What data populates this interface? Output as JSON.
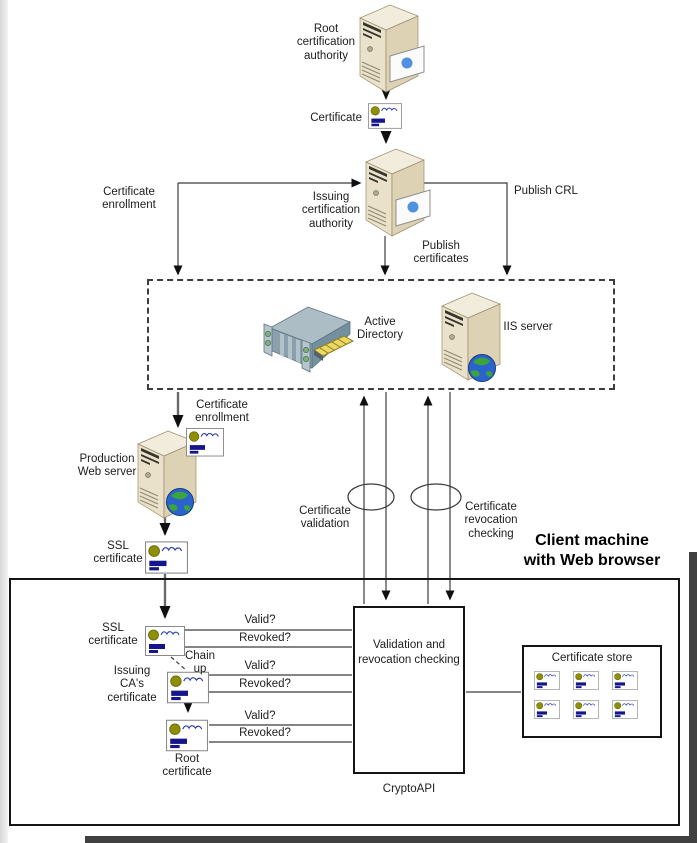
{
  "diagram": {
    "nodes": {
      "root_ca": {
        "label": "Root certification authority"
      },
      "certificate_top": {
        "label": "Certificate"
      },
      "issuing_ca": {
        "label": "Issuing certification authority"
      },
      "active_directory": {
        "label": "Active Directory"
      },
      "iis_server": {
        "label": "IIS server"
      },
      "production_web_server": {
        "label": "Production Web server"
      },
      "ssl_certificate_outer": {
        "label": "SSL certificate"
      },
      "client_machine": {
        "label": "Client machine with Web browser"
      },
      "ssl_certificate_inner": {
        "label": "SSL certificate"
      },
      "issuing_ca_certificate": {
        "label": "Issuing CA's certificate"
      },
      "root_certificate": {
        "label": "Root certificate"
      },
      "validation": {
        "label": "Validation and revocation checking",
        "caption": "CryptoAPI"
      },
      "certificate_store": {
        "label": "Certificate store",
        "certificate_count": 6
      }
    },
    "edges": {
      "certificate_enrollment_top": {
        "label": "Certificate enrollment"
      },
      "publish_crl": {
        "label": "Publish CRL"
      },
      "publish_certificates": {
        "label": "Publish certificates"
      },
      "certificate_enrollment_bottom": {
        "label": "Certificate enrollment"
      },
      "certificate_validation": {
        "label": "Certificate validation"
      },
      "certificate_revocation_checking": {
        "label": "Certificate revocation checking"
      },
      "chain_up": {
        "label": "Chain up"
      },
      "ssl_valid": {
        "label": "Valid?"
      },
      "ssl_revoked": {
        "label": "Revoked?"
      },
      "issuing_valid": {
        "label": "Valid?"
      },
      "issuing_revoked": {
        "label": "Revoked?"
      },
      "root_valid": {
        "label": "Valid?"
      },
      "root_revoked": {
        "label": "Revoked?"
      }
    },
    "colors": {
      "server_front": "#e9e1ca",
      "server_side": "#ddd3b4",
      "server_top": "#f2ecdc",
      "rack_server": "#8aa0ad",
      "certificate_seal": "#8f8f05",
      "certificate_signature": "#2b3fae",
      "certificate_bar": "#15158c",
      "globe_ocean": "#2b63cc",
      "globe_land": "#3ba43b",
      "card_dot": "#4e92e0",
      "line": "#3c3c3c",
      "box_border": "#141414"
    }
  }
}
